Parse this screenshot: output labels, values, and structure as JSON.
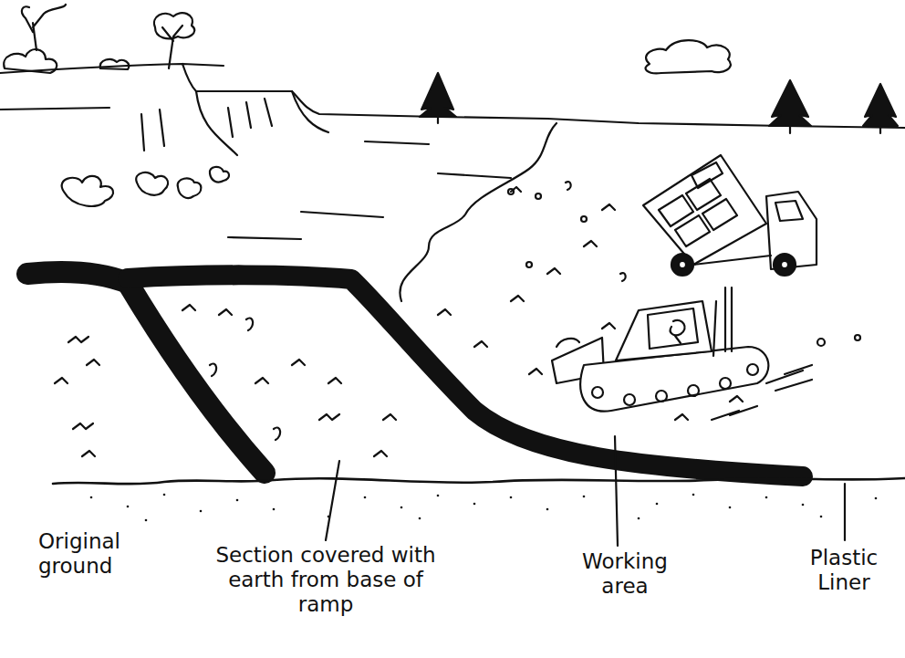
{
  "diagram": {
    "labels": [
      "Original ground",
      "Section covered with earth from base of ramp",
      "Working area",
      "Plastic Liner"
    ]
  }
}
